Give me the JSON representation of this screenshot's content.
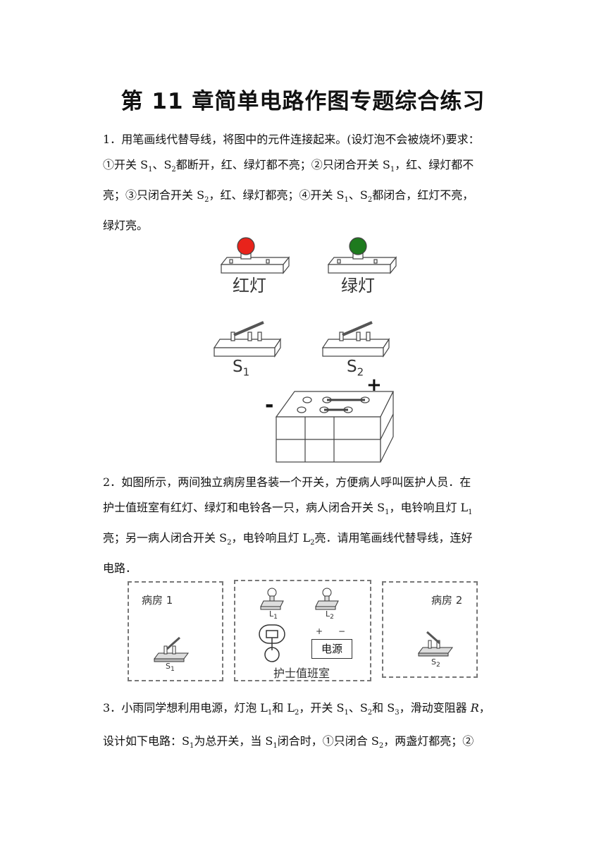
{
  "title": "第 11 章简单电路作图专题综合练习",
  "q1": {
    "num": "1．",
    "l1": "用笔画线代替导线，将图中的元件连接起来。(设灯泡不会被烧坏)要求：",
    "l2a": "①开关 S",
    "l2b": "、S",
    "l2c": "都断开，红、绿灯都不亮；②只闭合开关 S",
    "l2d": "，红、绿灯都不",
    "l3a": "亮；③只闭合开关 S",
    "l3b": "，红、绿灯都亮；④开关 S",
    "l3c": "、S",
    "l3d": "都闭合，红灯不亮，",
    "l4": "绿灯亮。",
    "sub1": "1",
    "sub2": "2",
    "fig": {
      "red_lamp": "红灯",
      "green_lamp": "绿灯",
      "s1": "S",
      "s1_sub": "1",
      "s2": "S",
      "s2_sub": "2",
      "minus": "-",
      "plus": "+",
      "red": "#e8231b",
      "green": "#1e7a1e"
    }
  },
  "q2": {
    "num": "2．",
    "l1": "如图所示，两间独立病房里各装一个开关，方便病人呼叫医护人员．在",
    "l2a": "护士值班室有红灯、绿灯和电铃各一只，病人闭合开关 S",
    "l2b": "，电铃响且灯 L",
    "l3a": "亮；另一病人闭合开关 S",
    "l3b": "，电铃响且灯 L",
    "l3c": "亮．请用笔画线代替导线，连好",
    "l4": "电路．",
    "sub1": "1",
    "sub2": "2",
    "fig": {
      "room1": "病房 1",
      "room2": "病房 2",
      "nurse": "护士值班室",
      "power": "电源",
      "l1": "L",
      "l2": "L",
      "s1": "S",
      "s2": "S",
      "sub1": "1",
      "sub2": "2",
      "plus": "+",
      "minus": "−"
    }
  },
  "q3": {
    "num": "3．",
    "l1a": "小雨同学想利用电源，灯泡 L",
    "l1b": "和 L",
    "l1c": "，开关 S",
    "l1d": "、S",
    "l1e": "和 S",
    "l1f": "，滑动变阻器 ",
    "l1g": "R",
    "l1h": "，",
    "l2a": "设计如下电路：S",
    "l2b": "为总开关，当 S",
    "l2c": "闭合时，①只闭合 S",
    "l2d": "，两盏灯都亮；②",
    "sub1": "1",
    "sub2": "2",
    "sub3": "3"
  }
}
